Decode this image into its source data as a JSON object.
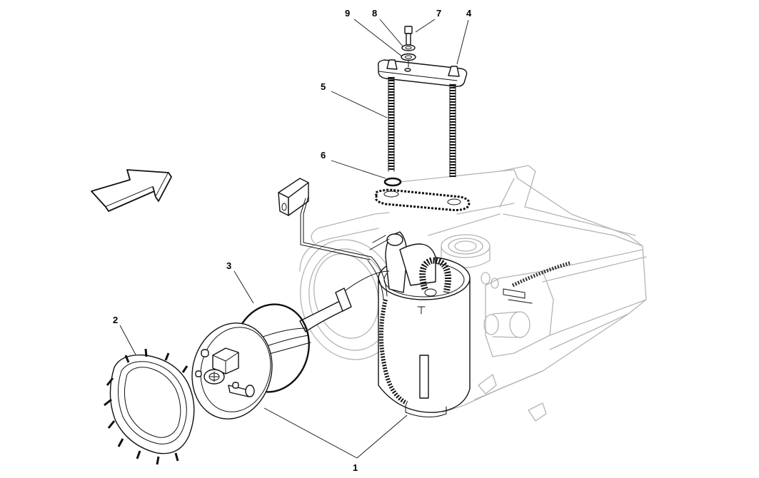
{
  "diagram": {
    "callouts": [
      {
        "id": "c1",
        "label": "1"
      },
      {
        "id": "c2",
        "label": "2"
      },
      {
        "id": "c3",
        "label": "3"
      },
      {
        "id": "c4",
        "label": "4"
      },
      {
        "id": "c5",
        "label": "5"
      },
      {
        "id": "c6",
        "label": "6"
      },
      {
        "id": "c7",
        "label": "7"
      },
      {
        "id": "c8",
        "label": "8"
      },
      {
        "id": "c9",
        "label": "9"
      }
    ],
    "icons": {
      "direction_arrow": "direction-arrow-icon"
    },
    "colors": {
      "line": "#111111",
      "ghost_line": "#b4b4b4",
      "background": "#ffffff"
    }
  }
}
